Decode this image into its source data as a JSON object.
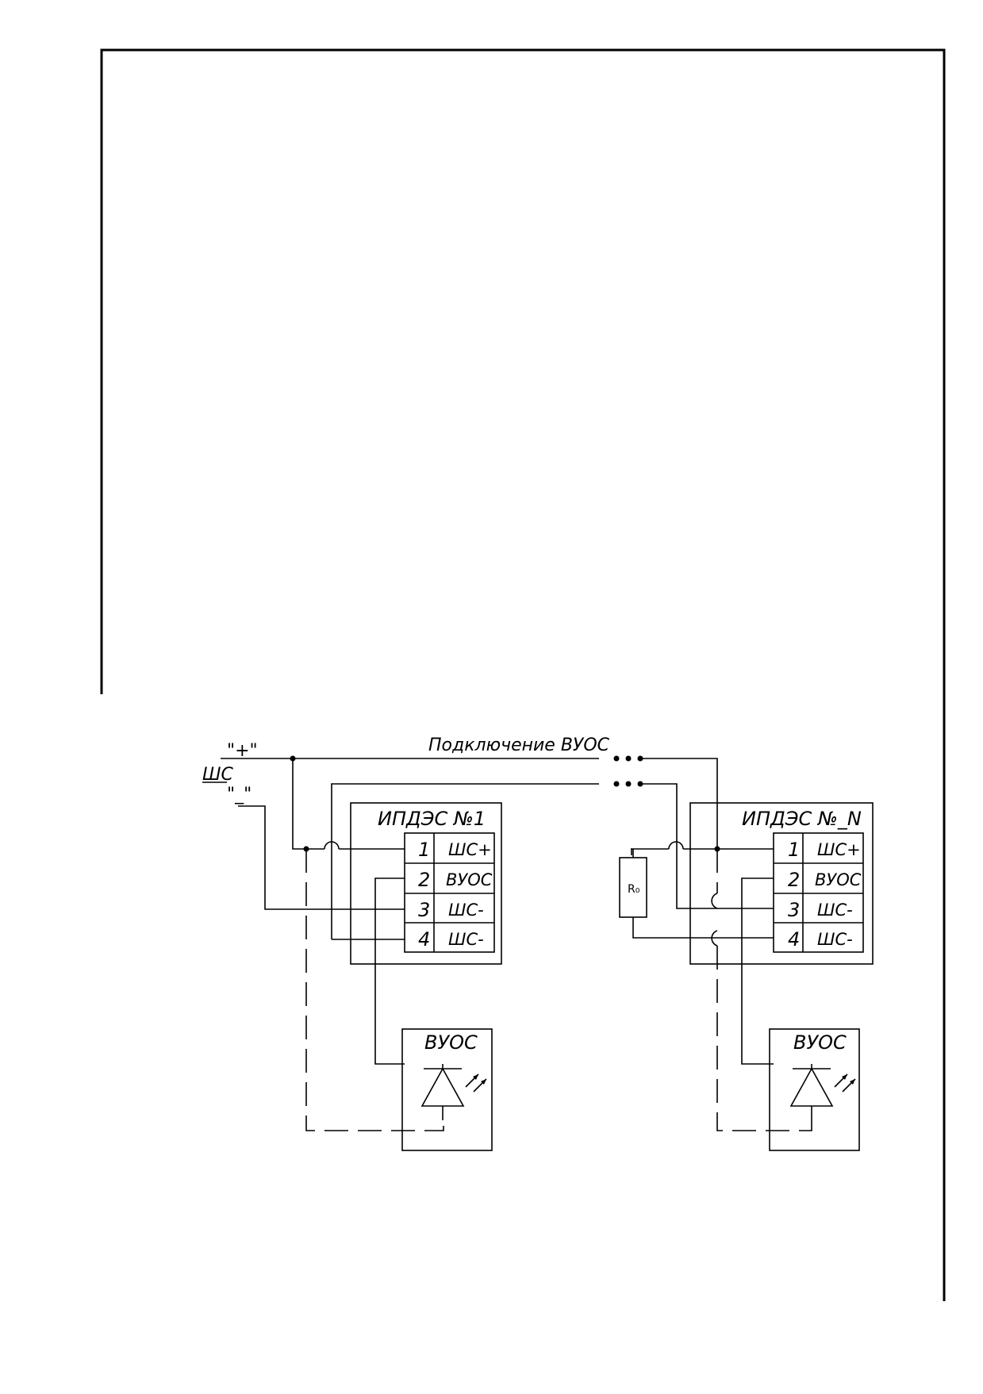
{
  "diagram": {
    "labels": {
      "plus": "\"+\"",
      "minus": "\"_\"",
      "loop": "ШС",
      "title": "Подключение ВУОС",
      "resistor": "R₀"
    },
    "devices": [
      {
        "name": "ИПДЭС №1",
        "pins": [
          {
            "num": "1",
            "signal": "ШС+"
          },
          {
            "num": "2",
            "signal": "ВУОС"
          },
          {
            "num": "3",
            "signal": "ШС-"
          },
          {
            "num": "4",
            "signal": "ШС-"
          }
        ]
      },
      {
        "name": "ИПДЭС №_N",
        "pins": [
          {
            "num": "1",
            "signal": "ШС+"
          },
          {
            "num": "2",
            "signal": "ВУОС"
          },
          {
            "num": "3",
            "signal": "ШС-"
          },
          {
            "num": "4",
            "signal": "ШС-"
          }
        ]
      }
    ],
    "indicators": [
      {
        "name": "ВУОС"
      },
      {
        "name": "ВУОС"
      }
    ]
  }
}
